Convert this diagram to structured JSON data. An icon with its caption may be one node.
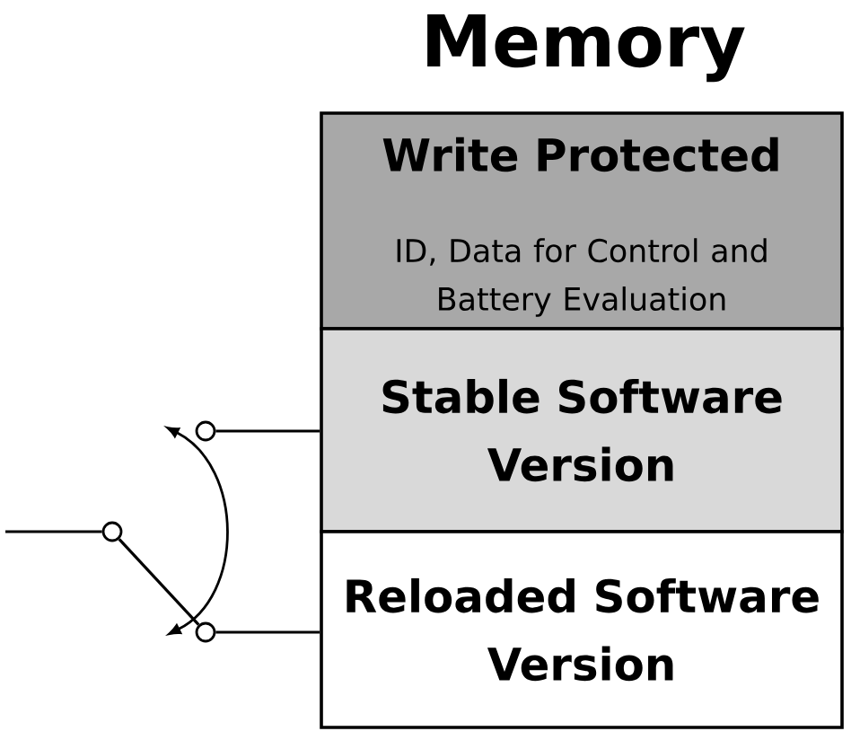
{
  "diagram": {
    "title": "Memory",
    "nodes": [
      {
        "text": [
          "Write Protected",
          "ID, Data for Control and Battery Evaluation"
        ]
      },
      {
        "text": [
          "Stable Software Version"
        ]
      },
      {
        "text": [
          "Reloaded Software Version"
        ]
      },
      {
        "text": [],
        "shape": "circle"
      },
      {
        "text": [],
        "shape": "circle"
      },
      {
        "text": [],
        "shape": "circle"
      }
    ],
    "edges": [
      {
        "from": null,
        "to": 3,
        "arrow": "none"
      },
      {
        "from": 3,
        "to": 5,
        "arrow": "none"
      },
      {
        "from": 4,
        "to": 1,
        "arrow": "none"
      },
      {
        "from": 5,
        "to": 2,
        "arrow": "none"
      }
    ]
  }
}
